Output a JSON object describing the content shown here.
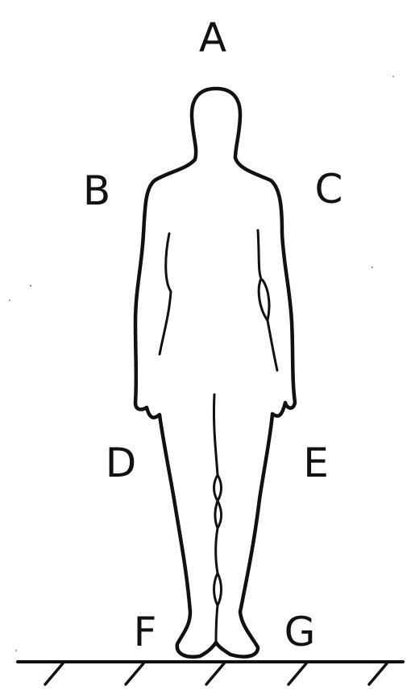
{
  "labels": {
    "a": "A",
    "b": "B",
    "c": "C",
    "d": "D",
    "e": "E",
    "f": "F",
    "g": "G"
  },
  "colors": {
    "ink": "#111111",
    "paper": "#ffffff"
  }
}
